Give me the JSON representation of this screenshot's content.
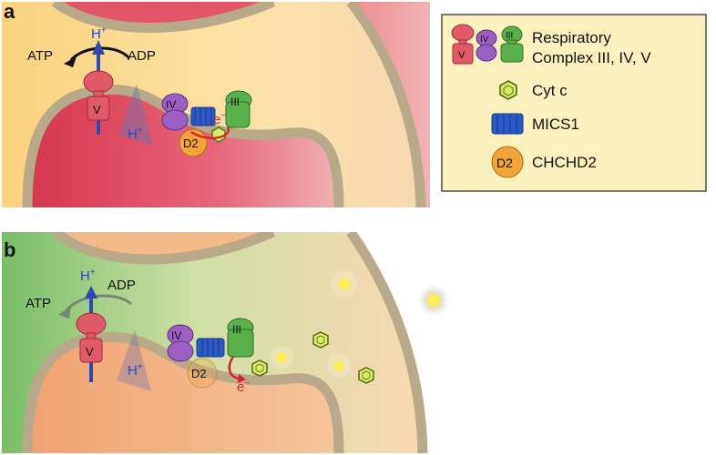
{
  "panels": {
    "a": {
      "letter": "a",
      "atp": "ATP",
      "adp": "ADP",
      "h_top": "H",
      "h_inner": "H",
      "plus": "+",
      "complex_v": "V",
      "complex_iv": "IV",
      "complex_iii": "III",
      "chchd2": "D2",
      "electron": "e",
      "minus": "−"
    },
    "b": {
      "letter": "b",
      "atp": "ATP",
      "adp": "ADP",
      "h_top": "H",
      "h_inner": "H",
      "plus": "+",
      "complex_v": "V",
      "complex_iv": "IV",
      "complex_iii": "III",
      "chchd2": "D2",
      "electron": "e",
      "minus": "−"
    }
  },
  "legend": {
    "complex_v": "V",
    "complex_iv": "IV",
    "complex_iii": "III",
    "respiratory_line1": "Respiratory",
    "respiratory_line2": "Complex III, IV, V",
    "cytc": "Cyt c",
    "mics1": "MICS1",
    "chchd2_icon": "D2",
    "chchd2": "CHCHD2"
  },
  "colors": {
    "matrix_red": "#d9475a",
    "ims_yellow": "#fbd98e",
    "membrane": "#b7a98a",
    "legend_bg": "#fbf1bd",
    "healthy_green": "#8cc97a",
    "complex_v": "#e05a6a",
    "complex_iv": "#9d5fc4",
    "complex_iii": "#5ab04a",
    "mics1": "#2c58c8",
    "cytc": "#d8ec6a",
    "chchd2": "#f2a33a",
    "electron_red": "#d4202a",
    "proton_blue": "#2b49b8"
  }
}
